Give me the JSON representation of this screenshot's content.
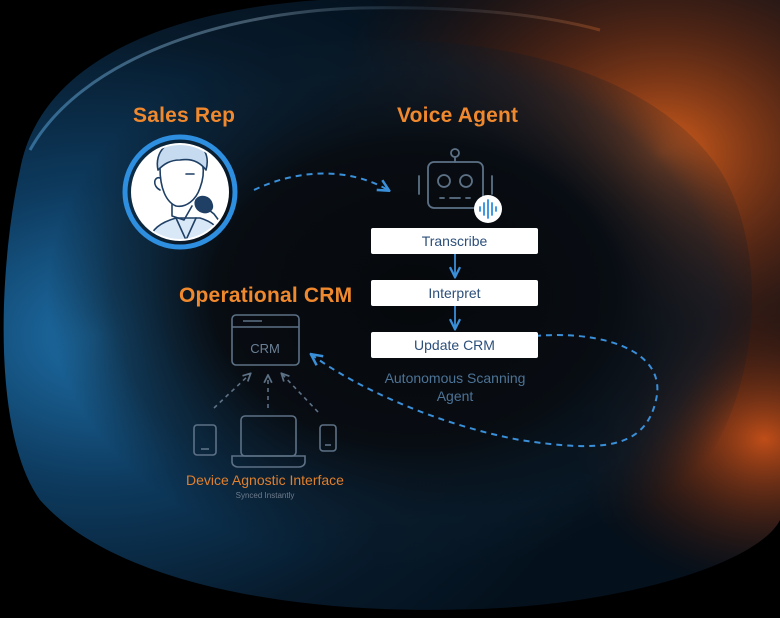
{
  "diagram": {
    "sales_rep": {
      "title": "Sales Rep"
    },
    "voice_agent": {
      "title": "Voice Agent",
      "steps": [
        "Transcribe",
        "Interpret",
        "Update CRM"
      ]
    },
    "scanning_agent": {
      "label": "Autonomous Scanning Agent"
    },
    "crm": {
      "title": "Operational CRM",
      "screen_label": "CRM",
      "devices_label": "Device Agnostic Interface",
      "devices_sublabel": "Synced Instantly"
    }
  },
  "colors": {
    "accent_orange": "#f0892e",
    "flow_blue": "#3a8fd9",
    "step_text": "#2c4f7a",
    "icon_gray": "#5d7186"
  }
}
